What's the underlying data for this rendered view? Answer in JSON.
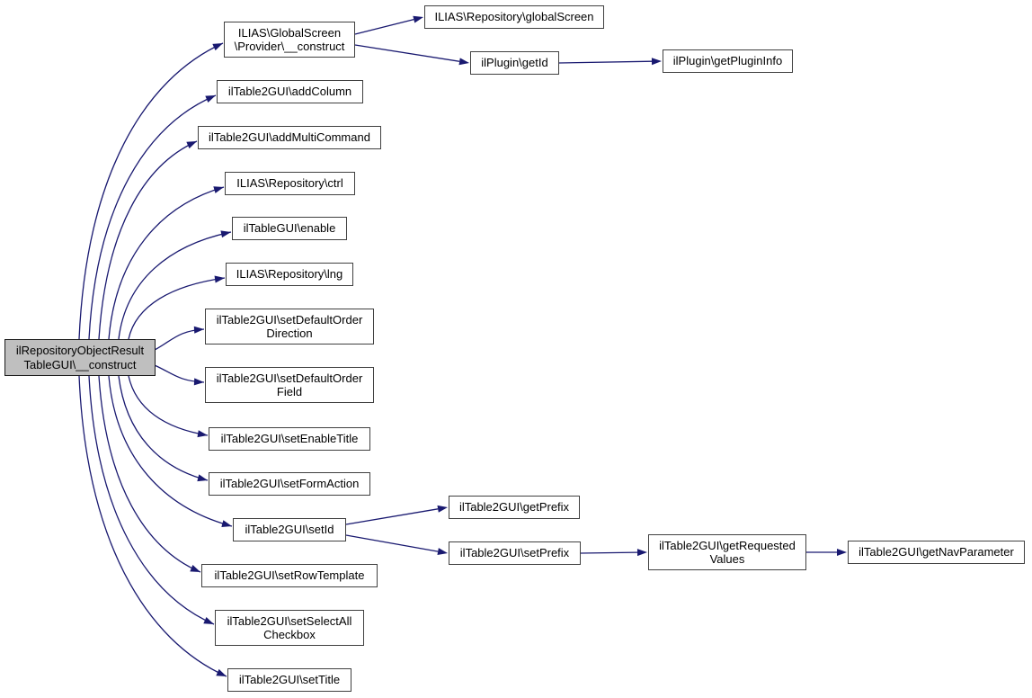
{
  "graph": {
    "type": "call-graph",
    "colors": {
      "edge": "#191970",
      "node_border": "#404040",
      "main_node_fill": "#bfbfbf",
      "background": "#ffffff"
    },
    "nodes": [
      {
        "id": "main",
        "label": "ilRepositoryObjectResult\nTableGUI\\__construct"
      },
      {
        "id": "n1",
        "label": "ILIAS\\GlobalScreen\n\\Provider\\__construct"
      },
      {
        "id": "n2",
        "label": "ilTable2GUI\\addColumn"
      },
      {
        "id": "n3",
        "label": "ilTable2GUI\\addMultiCommand"
      },
      {
        "id": "n4",
        "label": "ILIAS\\Repository\\ctrl"
      },
      {
        "id": "n5",
        "label": "ilTableGUI\\enable"
      },
      {
        "id": "n6",
        "label": "ILIAS\\Repository\\lng"
      },
      {
        "id": "n7",
        "label": "ilTable2GUI\\setDefaultOrder\nDirection"
      },
      {
        "id": "n8",
        "label": "ilTable2GUI\\setDefaultOrder\nField"
      },
      {
        "id": "n9",
        "label": "ilTable2GUI\\setEnableTitle"
      },
      {
        "id": "n10",
        "label": "ilTable2GUI\\setFormAction"
      },
      {
        "id": "n11",
        "label": "ilTable2GUI\\setId"
      },
      {
        "id": "n12",
        "label": "ilTable2GUI\\setRowTemplate"
      },
      {
        "id": "n13",
        "label": "ilTable2GUI\\setSelectAll\nCheckbox"
      },
      {
        "id": "n14",
        "label": "ilTable2GUI\\setTitle"
      },
      {
        "id": "n15",
        "label": "ILIAS\\Repository\\globalScreen"
      },
      {
        "id": "n16",
        "label": "ilPlugin\\getId"
      },
      {
        "id": "n17",
        "label": "ilPlugin\\getPluginInfo"
      },
      {
        "id": "n18",
        "label": "ilTable2GUI\\getPrefix"
      },
      {
        "id": "n19",
        "label": "ilTable2GUI\\setPrefix"
      },
      {
        "id": "n20",
        "label": "ilTable2GUI\\getRequested\nValues"
      },
      {
        "id": "n21",
        "label": "ilTable2GUI\\getNavParameter"
      }
    ],
    "edges": [
      {
        "from": "main",
        "to": "n1"
      },
      {
        "from": "main",
        "to": "n2"
      },
      {
        "from": "main",
        "to": "n3"
      },
      {
        "from": "main",
        "to": "n4"
      },
      {
        "from": "main",
        "to": "n5"
      },
      {
        "from": "main",
        "to": "n6"
      },
      {
        "from": "main",
        "to": "n7"
      },
      {
        "from": "main",
        "to": "n8"
      },
      {
        "from": "main",
        "to": "n9"
      },
      {
        "from": "main",
        "to": "n10"
      },
      {
        "from": "main",
        "to": "n11"
      },
      {
        "from": "main",
        "to": "n12"
      },
      {
        "from": "main",
        "to": "n13"
      },
      {
        "from": "main",
        "to": "n14"
      },
      {
        "from": "n1",
        "to": "n15"
      },
      {
        "from": "n1",
        "to": "n16"
      },
      {
        "from": "n16",
        "to": "n17"
      },
      {
        "from": "n11",
        "to": "n18"
      },
      {
        "from": "n11",
        "to": "n19"
      },
      {
        "from": "n19",
        "to": "n20"
      },
      {
        "from": "n20",
        "to": "n21"
      }
    ]
  }
}
